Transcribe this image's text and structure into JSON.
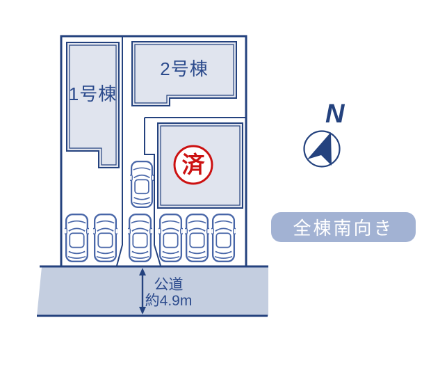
{
  "diagram": {
    "building1": {
      "label": "1号棟"
    },
    "building2": {
      "label": "2号棟"
    },
    "sold_building": {
      "stamp": "済"
    },
    "compass": {
      "north_label": "N"
    },
    "road": {
      "name": "公道",
      "width_text": "約4.9m"
    },
    "badge": {
      "text": "全棟南向き"
    },
    "parking": {
      "car_count": 7
    }
  },
  "colors": {
    "ground": "#c4cee0",
    "building": "#e0e4ee",
    "line": "#24427e",
    "text": "#2b4a8c",
    "stamp_red": "#cc1111",
    "badge_bg": "#a2b2d3",
    "badge_text": "#ffffff",
    "car_line": "#4866a8"
  }
}
